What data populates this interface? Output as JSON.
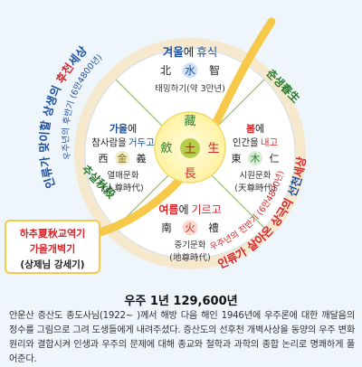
{
  "colors": {
    "background": "#eef5fb",
    "disk": "#ffffff",
    "outer_ring": "#f6e8cc",
    "center_circle": "#fff5b0",
    "sun_gold": "#f6c94a",
    "fire_red": "#d8242a",
    "accent_red": "#d83a2a",
    "blue": "#1d4f9e",
    "green": "#2c7a30",
    "text_dark": "#222222"
  },
  "diagram": {
    "top_arc": {
      "prefix": "인류가 맞이할 상생의 ",
      "highlight": "후천",
      "suffix": "세상"
    },
    "top_arc_sub": "우주년의 후반기 (6만4800년)",
    "right_arc": {
      "prefix": "인류가 살아온 상극의 ",
      "highlight": "선천",
      "suffix": "세상"
    },
    "right_arc_sub": "우주년의 전반기 (6만4800년)",
    "season_spring_right": "춘생春生",
    "season_autumn_left": "추살秋殺",
    "winter": {
      "main": "겨울",
      "particle": "에",
      "action": "휴식",
      "hanja": [
        "北",
        "水",
        "智"
      ],
      "line1": "태밍하기(약 3만년)"
    },
    "spring": {
      "main": "봄",
      "particle": "에",
      "prefix": "인간을",
      "action": "내고",
      "hanja": [
        "東",
        "木",
        "仁"
      ],
      "line1": "시원문화",
      "line2": "(天尊時代)"
    },
    "summer": {
      "main": "여름",
      "particle": "에",
      "action": "기르고",
      "hanja": [
        "南",
        "火",
        "禮"
      ],
      "line1": "중기문화",
      "line2": "(地尊時代)"
    },
    "autumn": {
      "main": "가을",
      "particle": "에",
      "prefix": "참사람을",
      "action": "거두고",
      "hanja": [
        "西",
        "金",
        "義"
      ],
      "line1": "열매문화",
      "line2": "(人尊時代)"
    },
    "center": {
      "top": "藏",
      "left": "斂",
      "middle": "土",
      "right": "生",
      "bottom": "長"
    },
    "callout": {
      "line1": "하추夏秋교역기",
      "line2": "가을개벽기",
      "line3": "(상제님 강세기)"
    }
  },
  "caption": {
    "title": "우주 1년 129,600년",
    "body": "안운산 증산도 종도사님(1922~ )께서 해방 다음 해인 1946년에 우주론에 대한 깨달음의 정수를 그림으로 그려 도생들에게 내려주셨다. 증산도의 선후천 개벽사상을 동양의 우주 변화 원리와 결합시켜 인생과 우주의 문제에 대해 종교와 철학과 과학의 종합 논리로 명쾌하게 풀어준다."
  }
}
